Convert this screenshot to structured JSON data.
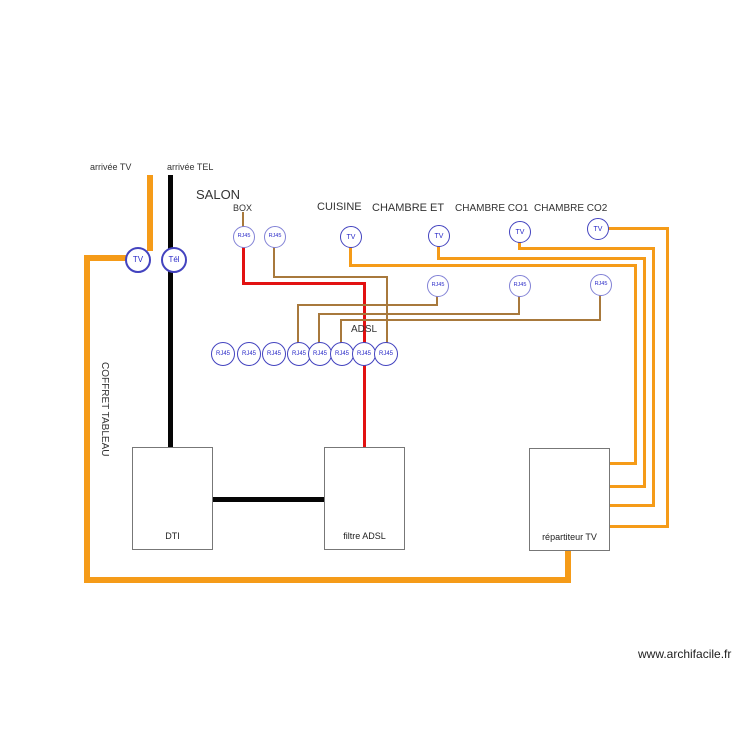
{
  "colors": {
    "orange": "#F59B18",
    "black_wire": "#050505",
    "red_wire": "#E21111",
    "brown_wire": "#A8793C",
    "outlet_blue": "#4343BF",
    "outlet_blue_light": "#8282D6",
    "outlet_text": "#2A2AC8",
    "box_border": "#777777",
    "text": "#333333"
  },
  "header": {
    "arrivee_tv": "arrivée TV",
    "arrivee_tel": "arrivée TEL"
  },
  "zones": {
    "salon": "SALON",
    "box": "BOX",
    "adsl": "ADSL",
    "coffret": "COFFRET TABLEAU",
    "rooms": [
      {
        "label": "CUISINE"
      },
      {
        "label": "CHAMBRE ET"
      },
      {
        "label": "CHAMBRE CO1"
      },
      {
        "label": "CHAMBRE CO2"
      }
    ]
  },
  "outlets": {
    "tv": "TV",
    "tel": "Tél",
    "rj45": "RJ45"
  },
  "devices": {
    "dti": "DTI",
    "filtre_adsl": "filtre ADSL",
    "repartiteur_tv": "répartiteur TV"
  },
  "footer": {
    "watermark": "www.archifacile.fr"
  }
}
